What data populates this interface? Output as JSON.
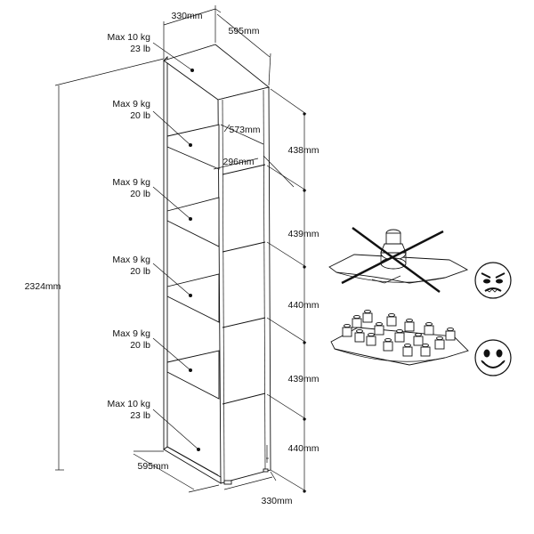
{
  "top_dims": {
    "depth": "330mm",
    "width": "595mm"
  },
  "bottom_dims": {
    "width": "595mm",
    "depth": "330mm"
  },
  "height": "2324mm",
  "inner_dims": {
    "width": "573mm",
    "depth": "296mm"
  },
  "spacing": [
    "438mm",
    "439mm",
    "440mm",
    "439mm",
    "440mm"
  ],
  "loads": [
    {
      "kg": "Max 10 kg",
      "lb": "23 lb"
    },
    {
      "kg": "Max 9 kg",
      "lb": "20 lb"
    },
    {
      "kg": "Max 9 kg",
      "lb": "20 lb"
    },
    {
      "kg": "Max 9 kg",
      "lb": "20 lb"
    },
    {
      "kg": "Max 9 kg",
      "lb": "20 lb"
    },
    {
      "kg": "Max 10 kg",
      "lb": "23 lb"
    }
  ],
  "icons": {
    "wrong": "heavy-single-load-crossed-icon",
    "right": "distributed-load-icon",
    "angry": "angry-face-icon",
    "happy": "happy-face-icon"
  }
}
